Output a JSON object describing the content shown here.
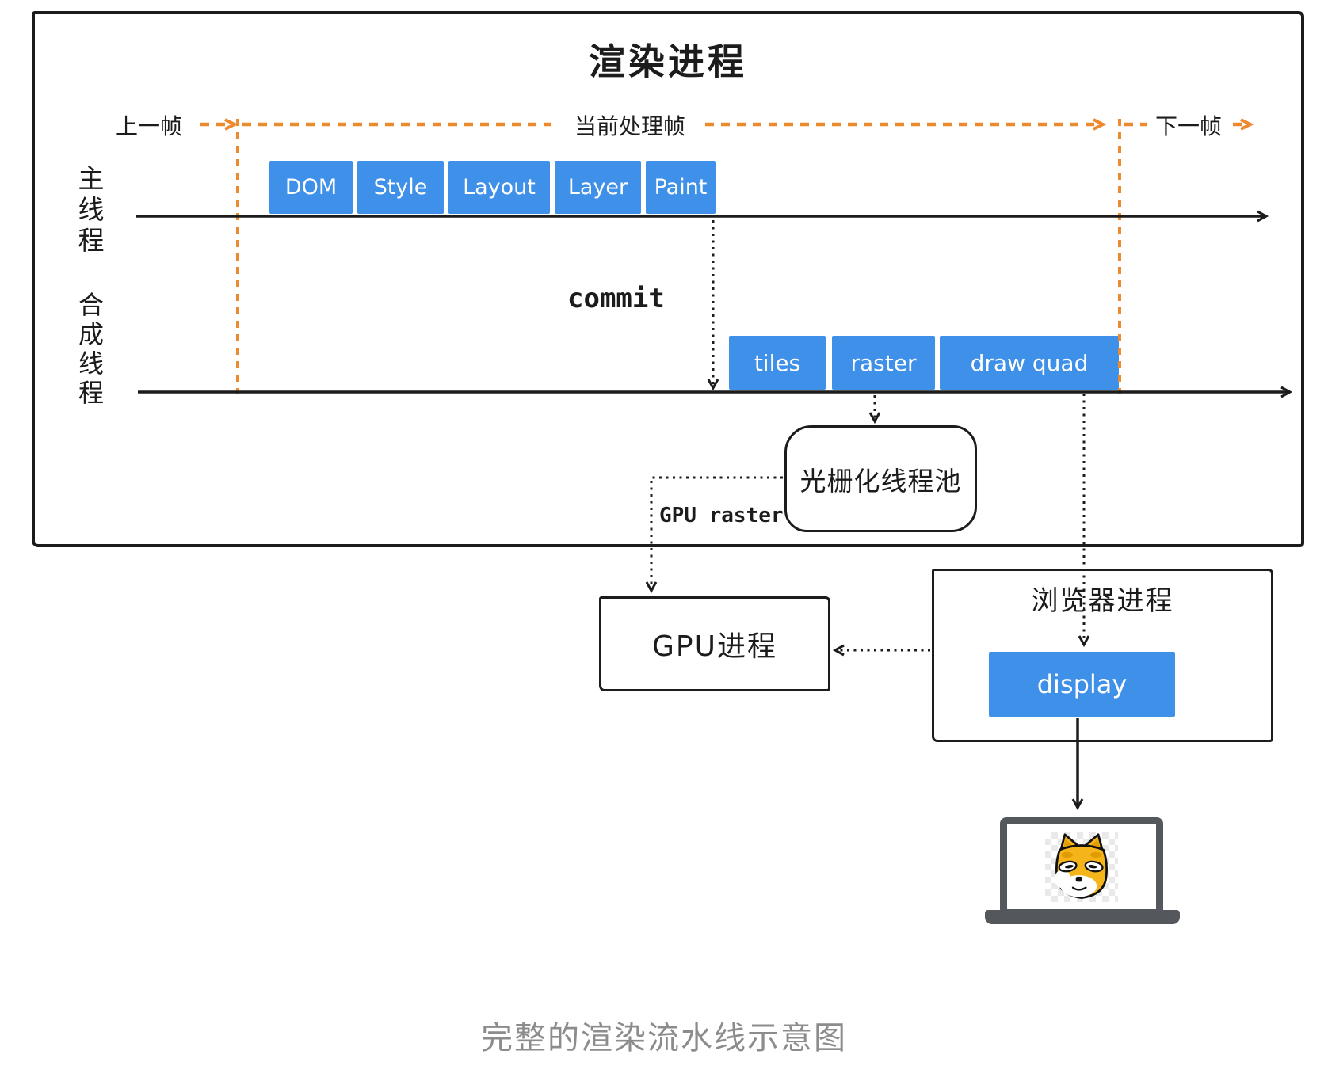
{
  "title": "渲染进程",
  "caption": "完整的渲染流水线示意图",
  "frame_labels": {
    "prev": "上一帧",
    "current": "当前处理帧",
    "next": "下一帧"
  },
  "threads": {
    "main": "主线程",
    "compositor": "合成线程"
  },
  "stages": {
    "main": [
      "DOM",
      "Style",
      "Layout",
      "Layer",
      "Paint"
    ],
    "compositor": [
      "tiles",
      "raster",
      "draw quad"
    ]
  },
  "annotations": {
    "commit": "commit",
    "gpu_raster": "GPU raster"
  },
  "nodes": {
    "raster_pool": "光栅化线程池",
    "gpu_process": "GPU进程",
    "browser_process": "浏览器进程",
    "display": "display"
  },
  "colors": {
    "accent_blue": "#3f90e8",
    "accent_orange": "#ed8a30",
    "line_black": "#1c1c1c",
    "caption_gray": "#8c8c8c",
    "laptop_gray": "#54575c",
    "dog_yellow": "#f4b41a",
    "dog_dark_yellow": "#e09c00"
  }
}
